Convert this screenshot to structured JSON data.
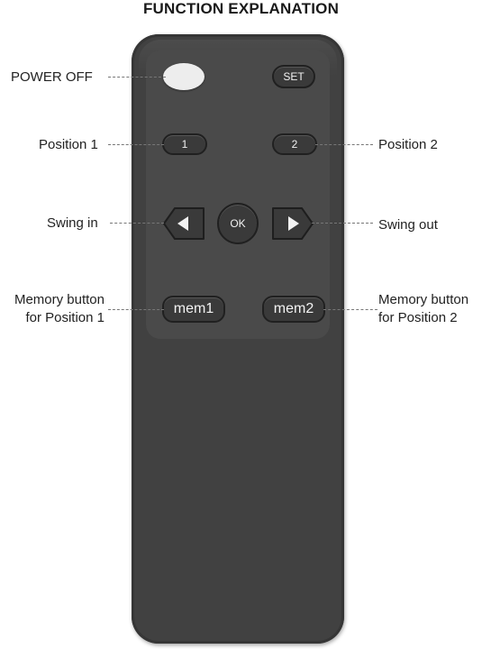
{
  "title": "FUNCTION EXPLANATION",
  "buttons": {
    "set": "SET",
    "position1": "1",
    "position2": "2",
    "ok": "OK",
    "mem1": "mem1",
    "mem2": "mem2"
  },
  "icons": {
    "swing_in": "left-arrow-icon",
    "swing_out": "right-arrow-icon"
  },
  "labels": {
    "power_off": "POWER OFF",
    "position1": "Position 1",
    "position2": "Position 2",
    "swing_in": "Swing in",
    "swing_out": "Swing out",
    "memory1_line1": "Memory button",
    "memory1_line2": "for Position 1",
    "memory2_line1": "Memory button",
    "memory2_line2": "for Position 2"
  },
  "colors": {
    "remote_body": "#414141",
    "button": "#3a3a3a",
    "power_button": "#ededed"
  }
}
